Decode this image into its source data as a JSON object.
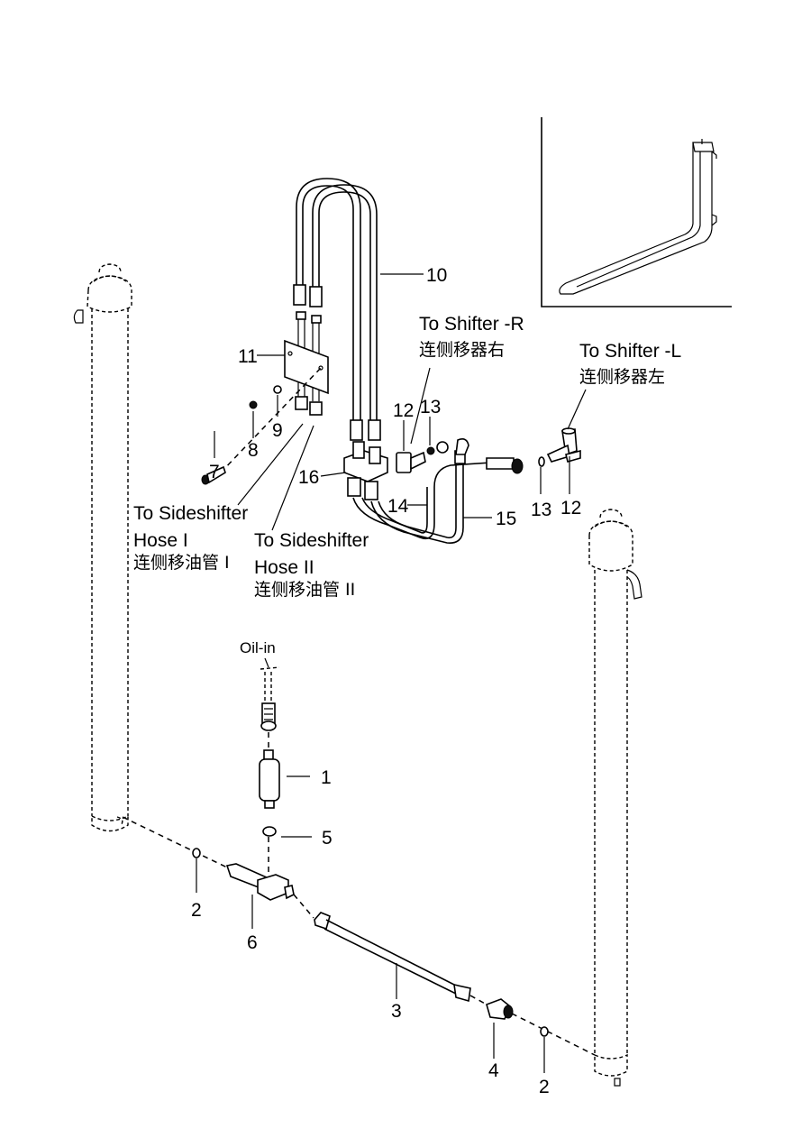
{
  "diagram": {
    "type": "exploded-parts-diagram",
    "subject": "Forklift sideshifter hydraulic piping",
    "callouts": [
      {
        "id": "c1",
        "number": "1",
        "part": "valve body (oil-in)"
      },
      {
        "id": "c2a",
        "number": "2",
        "part": "seal washer (left)"
      },
      {
        "id": "c2b",
        "number": "2",
        "part": "seal washer (right)"
      },
      {
        "id": "c3",
        "number": "3",
        "part": "hose"
      },
      {
        "id": "c4",
        "number": "4",
        "part": "connector"
      },
      {
        "id": "c5",
        "number": "5",
        "part": "o-ring"
      },
      {
        "id": "c6",
        "number": "6",
        "part": "tee fitting"
      },
      {
        "id": "c7",
        "number": "7",
        "part": "bolt"
      },
      {
        "id": "c8",
        "number": "8",
        "part": "spring washer"
      },
      {
        "id": "c9",
        "number": "9",
        "part": "flat washer"
      },
      {
        "id": "c10",
        "number": "10",
        "part": "hose pair"
      },
      {
        "id": "c11",
        "number": "11",
        "part": "plate"
      },
      {
        "id": "c12a",
        "number": "12",
        "part": "elbow (R)"
      },
      {
        "id": "c12b",
        "number": "12",
        "part": "elbow (L)"
      },
      {
        "id": "c13a",
        "number": "13",
        "part": "washer (R)"
      },
      {
        "id": "c13b",
        "number": "13",
        "part": "washer (L)"
      },
      {
        "id": "c14",
        "number": "14",
        "part": "pipe"
      },
      {
        "id": "c15",
        "number": "15",
        "part": "pipe"
      },
      {
        "id": "c16",
        "number": "16",
        "part": "manifold block"
      }
    ],
    "annotations": {
      "shifter_r": {
        "en": "To Shifter -R",
        "cn": "连侧移器右"
      },
      "shifter_l": {
        "en": "To Shifter -L",
        "cn": "连侧移器左"
      },
      "hose1": {
        "en1": "To Sideshifter",
        "en2": "Hose I",
        "cn": "连侧移油管 I"
      },
      "hose2": {
        "en1": "To Sideshifter",
        "en2": "Hose II",
        "cn": "连侧移油管 II"
      },
      "oil_in": "Oil-in"
    },
    "inset": {
      "depicts": "fork"
    }
  }
}
